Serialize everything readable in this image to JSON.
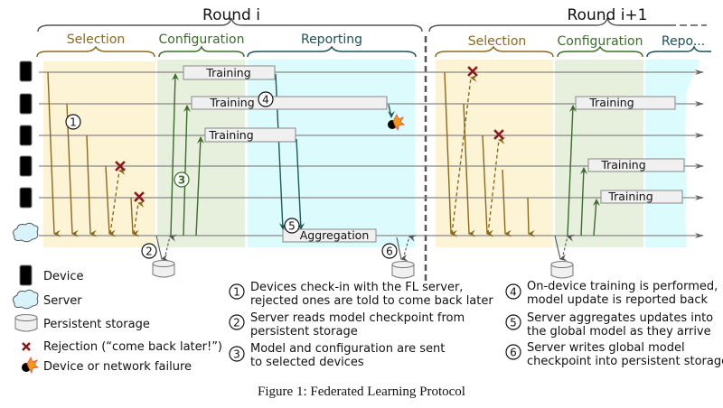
{
  "rounds": [
    {
      "label": "Round i"
    },
    {
      "label": "Round i+1"
    }
  ],
  "phases_round_i": [
    {
      "label": "Selection",
      "color": "#8b6a1e",
      "bg": "#fdf4d6"
    },
    {
      "label": "Configuration",
      "color": "#3d6b2c",
      "bg": "#e6f0dc"
    },
    {
      "label": "Reporting",
      "color": "#1f4f55",
      "bg": "#dcfbfd"
    }
  ],
  "phases_round_i1": [
    {
      "label": "Selection",
      "color": "#8b6a1e",
      "bg": "#fdf4d6"
    },
    {
      "label": "Configuration",
      "color": "#3d6b2c",
      "bg": "#e6f0dc"
    },
    {
      "label": "Repo...",
      "color": "#1f4f55",
      "bg": "#dcfbfd"
    }
  ],
  "boxes": {
    "training": "Training",
    "aggregation": "Aggregation"
  },
  "markers": [
    "1",
    "2",
    "3",
    "4",
    "5",
    "6"
  ],
  "legend": [
    {
      "icon": "device-icon",
      "label": "Device"
    },
    {
      "icon": "server-icon",
      "label": "Server"
    },
    {
      "icon": "storage-icon",
      "label": "Persistent storage"
    },
    {
      "icon": "rejection-icon",
      "label": "Rejection (“come back later!”)"
    },
    {
      "icon": "failure-icon",
      "label": "Device or network failure"
    }
  ],
  "steps": [
    {
      "num": "1",
      "lines": [
        "Devices check-in with the FL server,",
        "rejected ones are told to come back later"
      ]
    },
    {
      "num": "2",
      "lines": [
        "Server reads model checkpoint from",
        "persistent storage"
      ]
    },
    {
      "num": "3",
      "lines": [
        "Model and configuration are sent",
        "to selected devices"
      ]
    },
    {
      "num": "4",
      "lines": [
        "On-device training is performed,",
        "model update is reported back"
      ]
    },
    {
      "num": "5",
      "lines": [
        "Server aggregates updates into",
        "the global model as they arrive"
      ]
    },
    {
      "num": "6",
      "lines": [
        "Server writes global model",
        "checkpoint into persistent storage"
      ]
    }
  ],
  "caption": "Figure 1: Federated Learning Protocol",
  "colors": {
    "selection_arrow": "#8b6a1e",
    "config_arrow": "#3d6b2c",
    "report_arrow": "#1f5a5a",
    "rejection": "#8b1a1a",
    "timeline": "#888888"
  }
}
